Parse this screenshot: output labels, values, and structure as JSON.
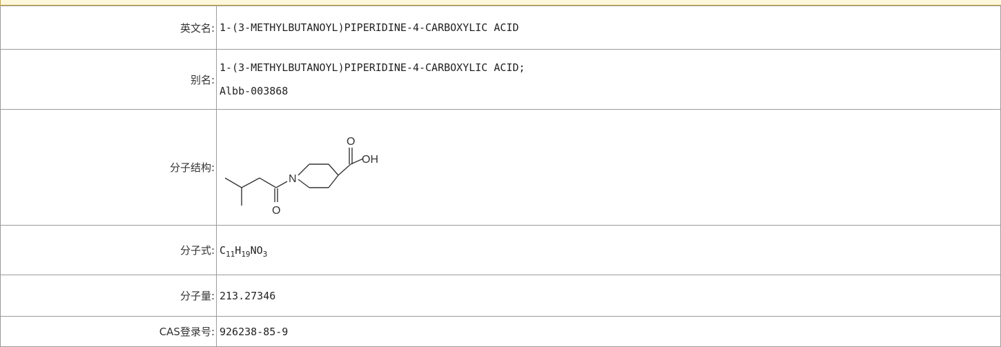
{
  "rows": {
    "english_name": {
      "label": "英文名:",
      "value": "1-(3-METHYLBUTANOYL)PIPERIDINE-4-CARBOXYLIC ACID"
    },
    "alias": {
      "label": "别名:",
      "values": [
        "1-(3-METHYLBUTANOYL)PIPERIDINE-4-CARBOXYLIC ACID;",
        "Albb-003868"
      ]
    },
    "structure": {
      "label": "分子结构:",
      "atoms": {
        "o_top": "O",
        "oh": "OH",
        "n": "N",
        "o_bottom": "O"
      }
    },
    "formula": {
      "label": "分子式:",
      "parts": [
        "C",
        "11",
        "H",
        "19",
        "NO",
        "3"
      ]
    },
    "weight": {
      "label": "分子量:",
      "value": "213.27346"
    },
    "cas": {
      "label": "CAS登录号:",
      "value": "926238-85-9"
    }
  }
}
